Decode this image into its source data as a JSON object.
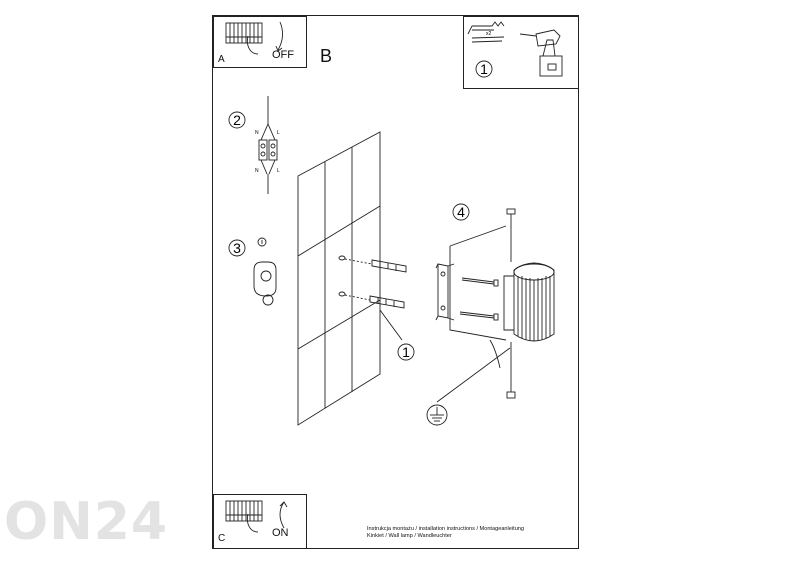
{
  "panel_a": {
    "letter": "A",
    "text": "OFF"
  },
  "panel_b": {
    "letter": "B"
  },
  "panel_c": {
    "letter": "C",
    "text": "ON"
  },
  "steps": {
    "s1": "1",
    "s2": "2",
    "s3": "3",
    "s4": "4",
    "s1b": "1"
  },
  "wires": {
    "n": "N",
    "l": "L"
  },
  "multiplier": "x2",
  "caption": {
    "line1": "Instrukcja montażu / installation instructions / Montageanleitung",
    "line2": "Kinkiet / Wall lamp / Wandleuchter"
  },
  "watermark": "ON24"
}
